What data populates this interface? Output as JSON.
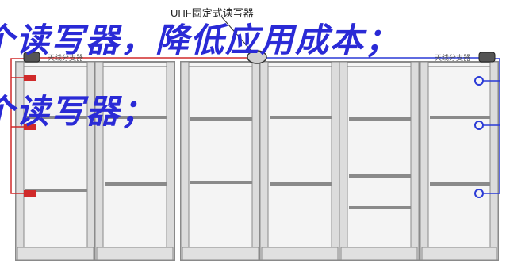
{
  "overlay_text": {
    "line1": "个读写器，降低应用成本；",
    "line2": "个读写器；"
  },
  "labels": {
    "reader": "UHF固定式读写器",
    "splitter_left": "天线分支器",
    "splitter_right": "天线分支器"
  },
  "colors": {
    "frame": "#8a8a8a",
    "frame_fill": "#e8e8e8",
    "left_cable": "#d02a2a",
    "right_cable": "#2a3ad6",
    "overlay_text": "#2a2ad6"
  }
}
